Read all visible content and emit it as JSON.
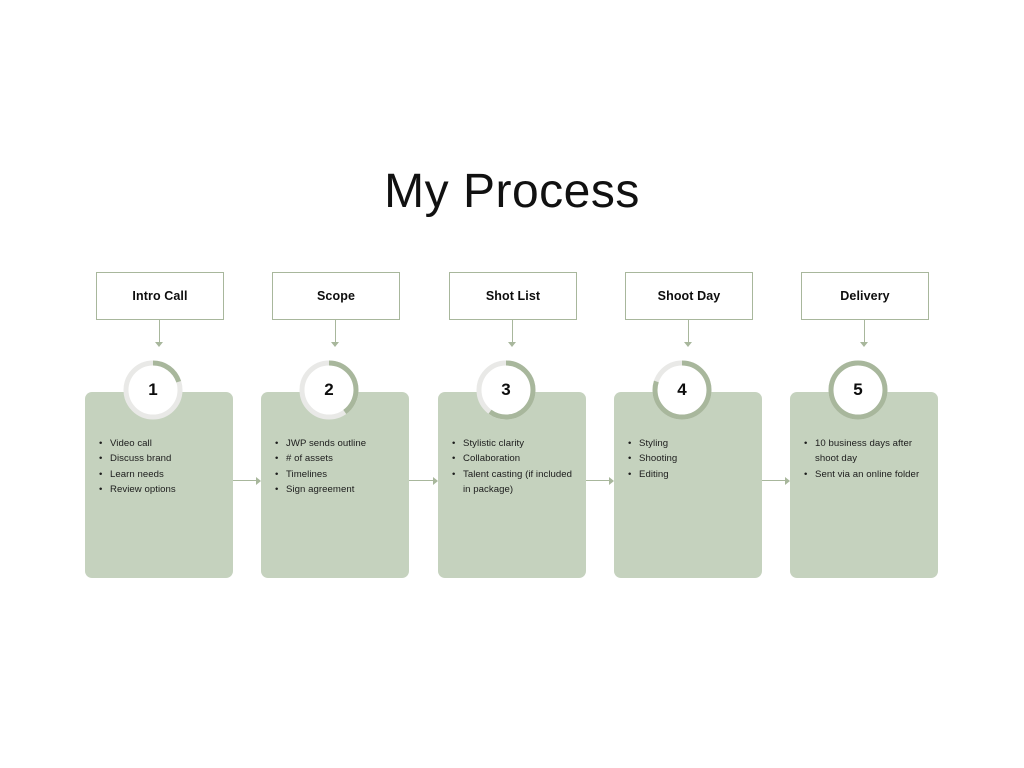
{
  "slide": {
    "title": "My Process",
    "background_color": "#ffffff",
    "accent_color": "#c5d2be",
    "ring_track_color": "#e9e9e7",
    "ring_progress_color": "#a8b79c",
    "connector_color": "#a8b79c",
    "text_color": "#1c1c1c"
  },
  "steps": [
    {
      "number": "1",
      "header": "Intro Call",
      "progress": 20,
      "bullets": [
        "Video call",
        "Discuss brand",
        "Learn needs",
        "Review options"
      ]
    },
    {
      "number": "2",
      "header": "Scope",
      "progress": 40,
      "bullets": [
        "JWP sends outline",
        "# of assets",
        "Timelines",
        "Sign agreement"
      ]
    },
    {
      "number": "3",
      "header": "Shot List",
      "progress": 60,
      "bullets": [
        "Stylistic clarity",
        "Collaboration",
        "Talent casting (if included in package)"
      ]
    },
    {
      "number": "4",
      "header": "Shoot Day",
      "progress": 80,
      "bullets": [
        "Styling",
        "Shooting",
        "Editing"
      ]
    },
    {
      "number": "5",
      "header": "Delivery",
      "progress": 100,
      "bullets": [
        "10 business days after shoot day",
        "Sent via an online folder"
      ]
    }
  ]
}
